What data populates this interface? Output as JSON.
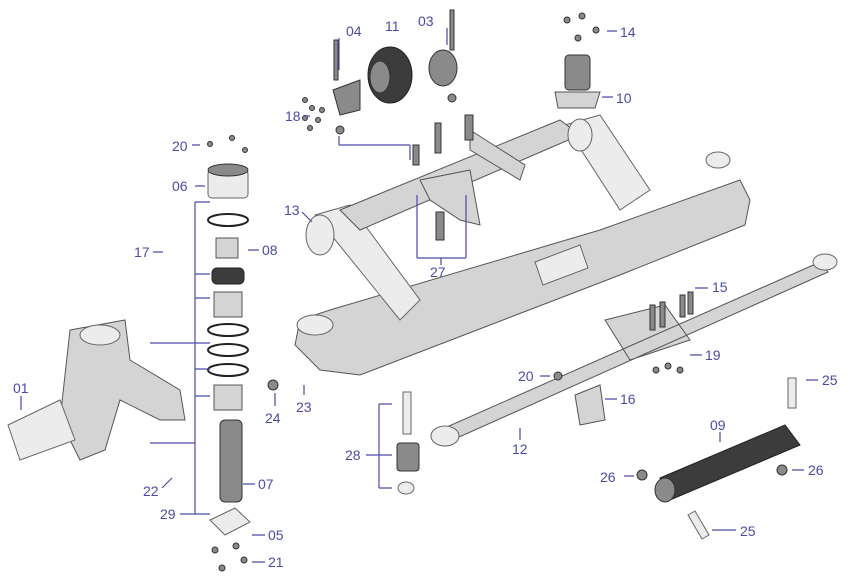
{
  "diagram": {
    "type": "exploded parts diagram - front axle assembly",
    "label_color": "#4b4ba6",
    "callouts": [
      "01",
      "04",
      "11",
      "03",
      "14",
      "10",
      "18",
      "20",
      "06",
      "13",
      "17",
      "08",
      "27",
      "15",
      "20",
      "19",
      "25",
      "24",
      "23",
      "16",
      "09",
      "28",
      "12",
      "22",
      "07",
      "26",
      "26",
      "29",
      "05",
      "25",
      "21"
    ]
  }
}
